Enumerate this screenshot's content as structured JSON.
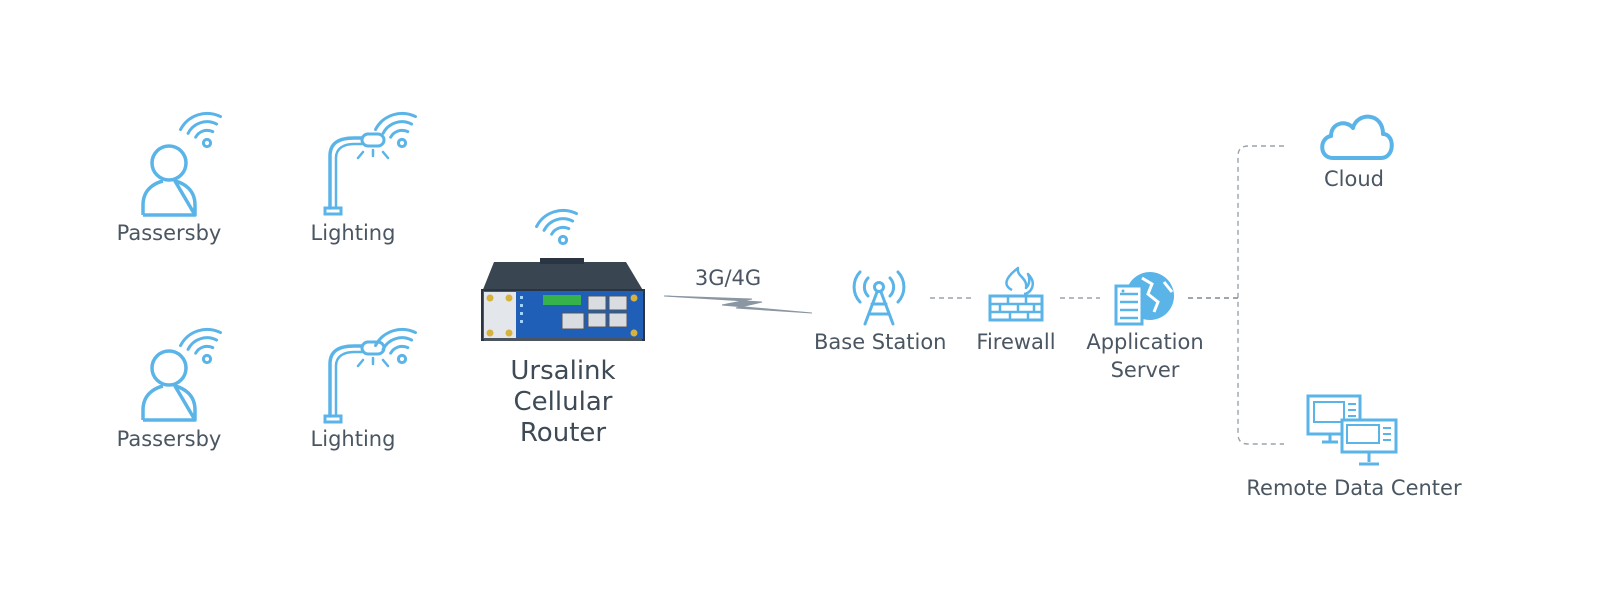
{
  "labels": {
    "passersby_top": "Passersby",
    "lighting_top": "Lighting",
    "passersby_bottom": "Passersby",
    "lighting_bottom": "Lighting",
    "router_line1": "Ursalink",
    "router_line2": "Cellular",
    "router_line3": "Router",
    "link": "3G/4G",
    "base_station": "Base Station",
    "firewall": "Firewall",
    "app_server_line1": "Application",
    "app_server_line2": "Server",
    "cloud": "Cloud",
    "remote_data_center": "Remote Data Center"
  },
  "icons": {
    "person": "person-icon",
    "street_light": "street-light-icon",
    "wifi": "wifi-icon",
    "router": "cellular-router-image",
    "tower": "base-station-tower-icon",
    "firewall": "firewall-icon",
    "server": "application-server-icon",
    "cloud": "cloud-icon",
    "monitors": "remote-data-center-icon"
  },
  "colors": {
    "icon_blue": "#5ab4e8",
    "text": "#4a5662",
    "connector_gray": "#9aa4ad",
    "router_body": "#2a3442",
    "router_panel": "#2467c4"
  }
}
